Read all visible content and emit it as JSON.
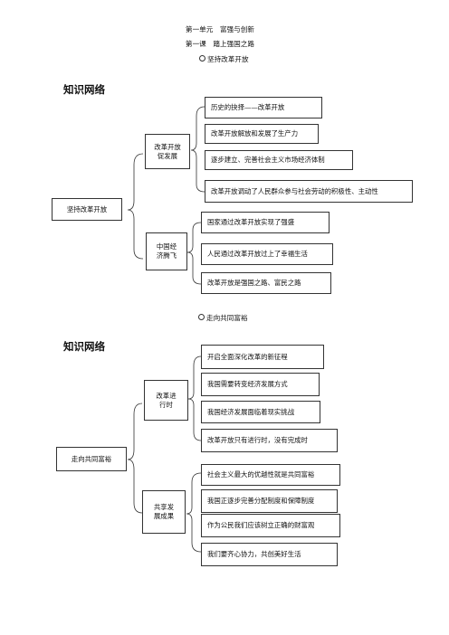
{
  "header": {
    "unit": "第一单元　富强与创新",
    "lesson": "第一课　踏上强国之路",
    "section1": "坚持改革开放",
    "section2": "走向共同富裕"
  },
  "map1": {
    "heading": "知识网络",
    "root": "坚持改革开放",
    "branches": [
      {
        "label": "改革开放\n促发展",
        "items": [
          "历史的抉择——改革开放",
          "改革开放解放和发展了生产力",
          "逐步建立、完善社会主义市场经济体制",
          "改革开放调动了人民群众参与社会劳动的积极性、主动性"
        ]
      },
      {
        "label": "中国经\n济腾飞",
        "items": [
          "国家通过改革开放实现了强盛",
          "人民通过改革开放过上了幸福生活",
          "改革开放是强国之路、富民之路"
        ]
      }
    ]
  },
  "map2": {
    "heading": "知识网络",
    "root": "走向共同富裕",
    "branches": [
      {
        "label": "改革进\n行时",
        "items": [
          "开启全面深化改革的新征程",
          "我国需要转变经济发展方式",
          "我国经济发展面临着现实挑战",
          "改革开放只有进行时，没有完成时"
        ]
      },
      {
        "label": "共享发\n展成果",
        "items": [
          "社会主义最大的优越性就是共同富裕",
          "我国正逐步完善分配制度和保障制度",
          "作为公民我们应该树立正确的财富观",
          "我们要齐心协力，共创美好生活"
        ]
      }
    ]
  }
}
